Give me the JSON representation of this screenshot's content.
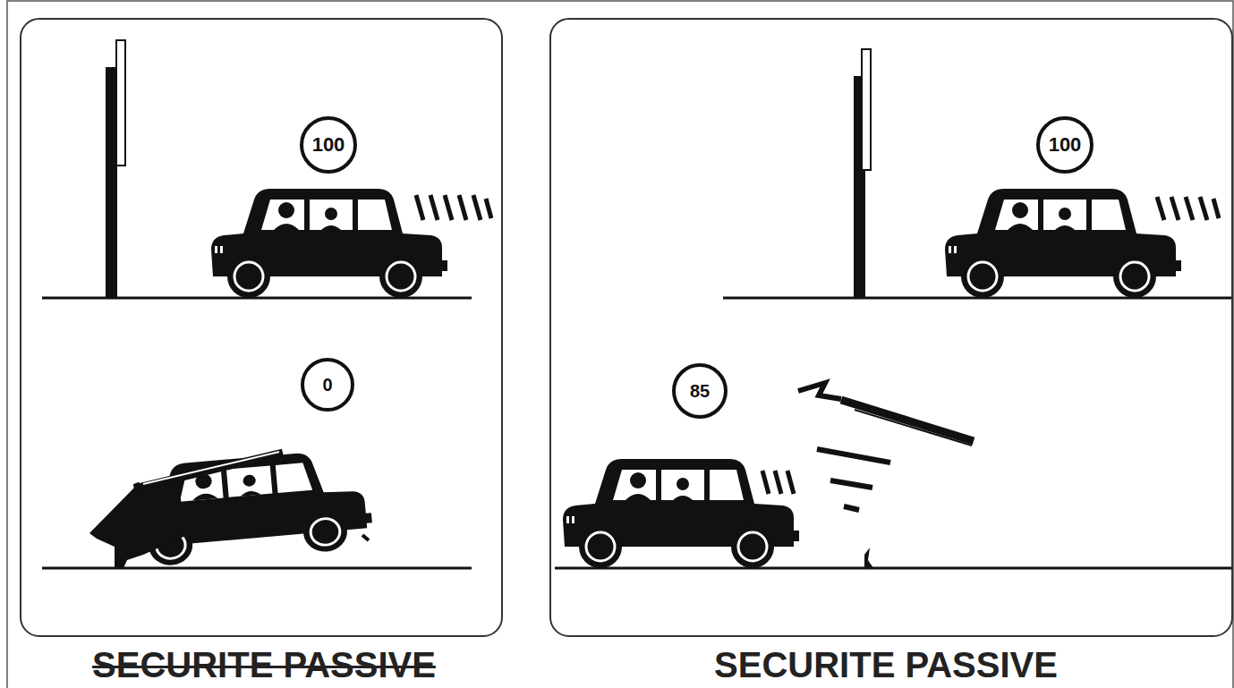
{
  "diagram": {
    "nodes": [
      {
        "text": [
          "SECURITE PASSIVE"
        ]
      },
      {
        "text": [
          "100"
        ],
        "in": 0
      },
      {
        "text": [
          "0"
        ],
        "in": 0
      },
      {
        "text": [
          "SECURITE PASSIVE"
        ]
      },
      {
        "text": [
          "100"
        ],
        "in": 3
      },
      {
        "text": [
          "85"
        ],
        "in": 3
      }
    ]
  }
}
